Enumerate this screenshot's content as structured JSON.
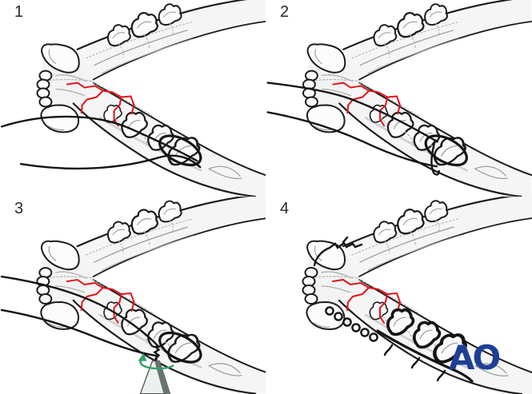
{
  "figure": {
    "type": "surgical-technique-illustration",
    "subject": "mandible with circumferential cerclage wire, four steps"
  },
  "steps": [
    {
      "number": "1"
    },
    {
      "number": "2"
    },
    {
      "number": "3"
    },
    {
      "number": "4"
    }
  ],
  "logo": {
    "text": "AO"
  },
  "colors": {
    "fracture_red": "#e31219",
    "arrow_green": "#2fa266",
    "logo_blue": "#1d3f96"
  }
}
